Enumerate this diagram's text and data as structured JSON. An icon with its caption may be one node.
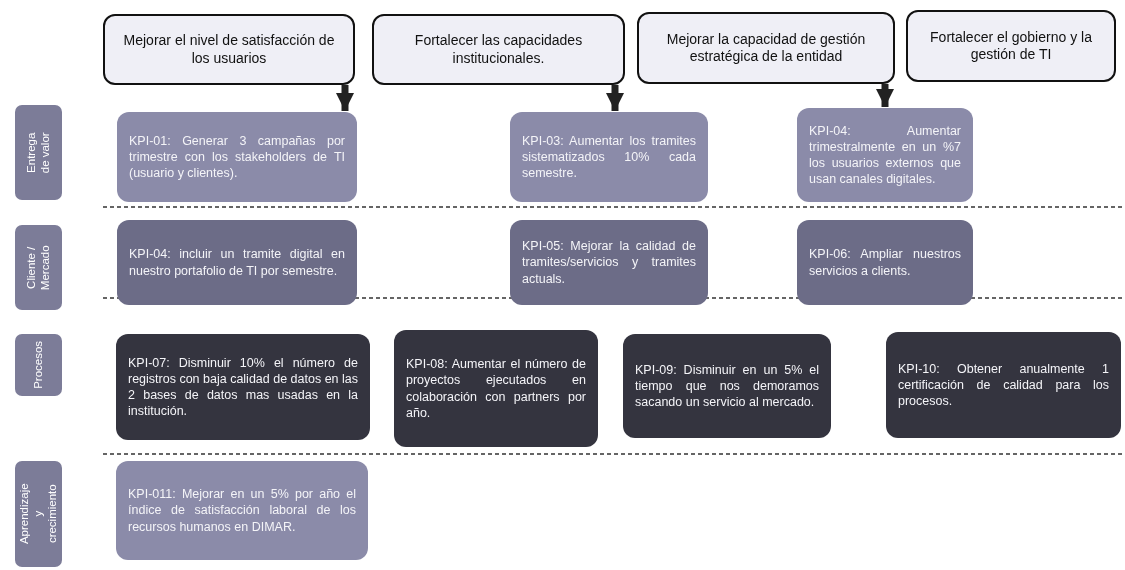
{
  "diagram": {
    "nodes": [
      {
        "text": [
          "Mejorar el nivel de satisfacción de los usuarios"
        ]
      },
      {
        "text": [
          "Fortalecer las capacidades institucionales."
        ]
      },
      {
        "text": [
          "Mejorar la capacidad de gestión estratégica de la entidad"
        ]
      },
      {
        "text": [
          "Fortalecer el gobierno y la gestión de TI"
        ]
      },
      {
        "text": [
          "Entrega de valor"
        ]
      },
      {
        "text": [
          "KPI-01: Generar 3 campañas por trimestre con los stakeholders de TI (usuario y clientes)."
        ]
      },
      {
        "text": [
          "KPI-03: Aumentar los tramites sistematizados 10% cada semestre."
        ]
      },
      {
        "text": [
          "KPI-04: Aumentar trimestralmente en un %7 los usuarios externos que usan canales digitales."
        ]
      },
      {
        "text": [
          "Cliente / Mercado"
        ]
      },
      {
        "text": [
          "KPI-04: incluir un tramite digital en nuestro portafolio de TI por semestre."
        ]
      },
      {
        "text": [
          "KPI-05: Mejorar la calidad de tramites/servicios y tramites actuals."
        ]
      },
      {
        "text": [
          "KPI-06: Ampliar nuestros servicios a clients."
        ]
      },
      {
        "text": [
          "Procesos"
        ]
      },
      {
        "text": [
          "KPI-07: Disminuir 10% el número de registros con baja calidad de datos en las 2 bases de datos mas usadas en la institución."
        ]
      },
      {
        "text": [
          "KPI-08: Aumentar el número de proyectos ejecutados en colaboración con partners por año."
        ]
      },
      {
        "text": [
          "KPI-09: Disminuir en un 5% el tiempo que nos demoramos sacando un servicio al mercado."
        ]
      },
      {
        "text": [
          "KPI-10: Obtener anualmente 1 certificación de calidad para los procesos."
        ]
      },
      {
        "text": [
          "Aprendizaje y crecimiento"
        ]
      },
      {
        "text": [
          "KPI-011: Mejorar en un 5% por año el índice de satisfacción laboral de los recursos humanos en DIMAR."
        ]
      }
    ],
    "edges": [
      {
        "from": 0,
        "to": 5,
        "arrow": "to"
      },
      {
        "from": 1,
        "to": 6,
        "arrow": "to"
      },
      {
        "from": 2,
        "to": 7,
        "arrow": "to"
      }
    ]
  }
}
